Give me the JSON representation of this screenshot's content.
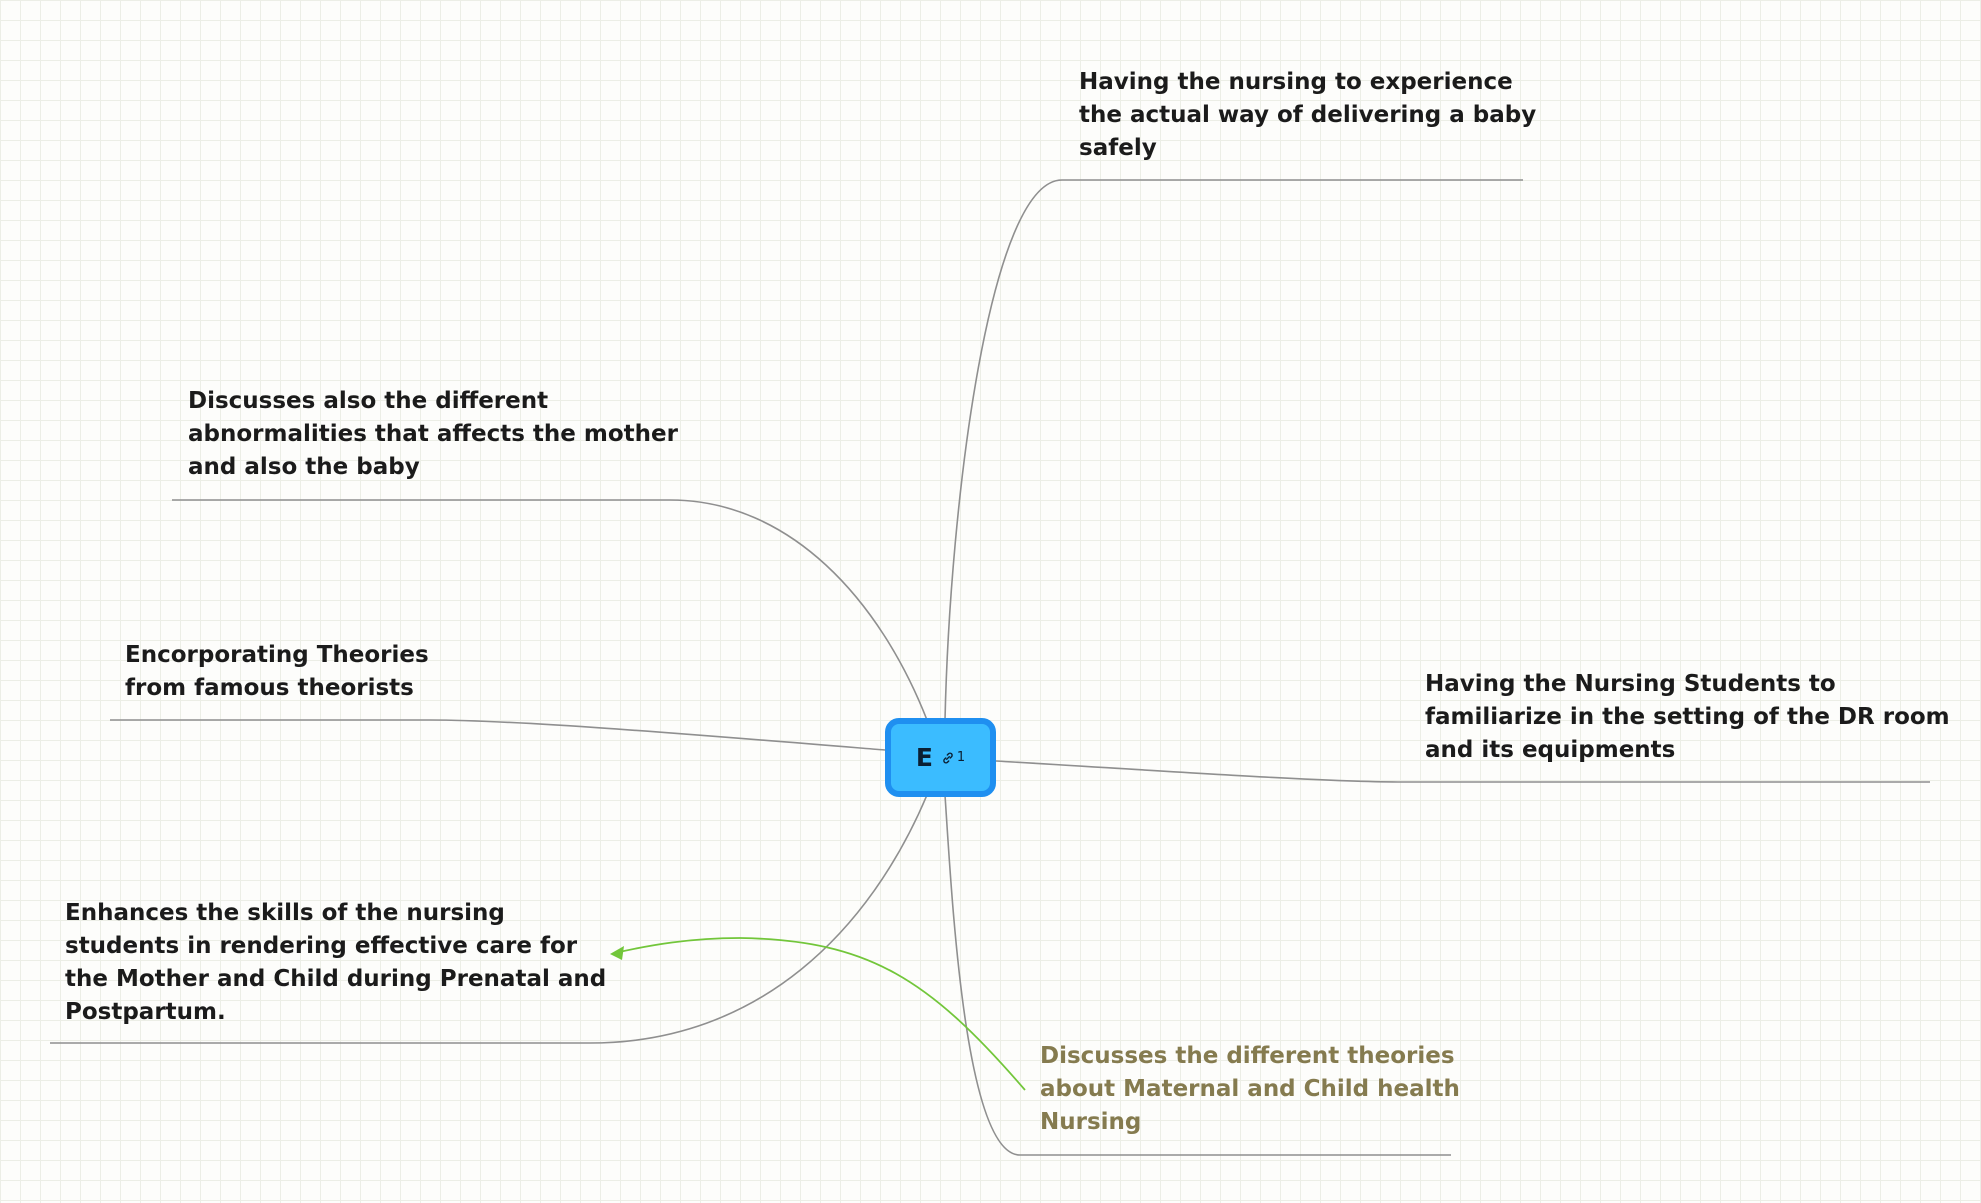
{
  "colors": {
    "grid": "#eceee6",
    "edge": "#8f8f8f",
    "relation": "#72c63a",
    "central_fill": "#3bbcff",
    "central_border": "#1f8ff0",
    "topic_text": "#1b1b1b",
    "topic_text_alt": "#857b4f"
  },
  "central": {
    "label": "E",
    "link_icon": "link-icon",
    "link_count": "1"
  },
  "topics": {
    "delivering": {
      "lines": [
        "Having the nursing to experience",
        "the actual way of delivering a baby",
        "safely"
      ]
    },
    "abnormalities": {
      "lines": [
        "Discusses also the different",
        "abnormalities that affects the mother",
        "and also the baby"
      ]
    },
    "theories_famous": {
      "lines": [
        "Encorporating Theories",
        "from famous theorists"
      ]
    },
    "dr_room": {
      "lines": [
        "Having the Nursing Students to",
        "familiarize in the setting of the DR room",
        "and its equipments"
      ]
    },
    "skills": {
      "lines": [
        "Enhances the skills of the nursing",
        "students in rendering effective care for",
        "the Mother and Child during Prenatal and",
        "Postpartum."
      ]
    },
    "theories_mch": {
      "lines": [
        "Discusses the different theories",
        "about Maternal and Child health",
        "Nursing"
      ]
    }
  }
}
